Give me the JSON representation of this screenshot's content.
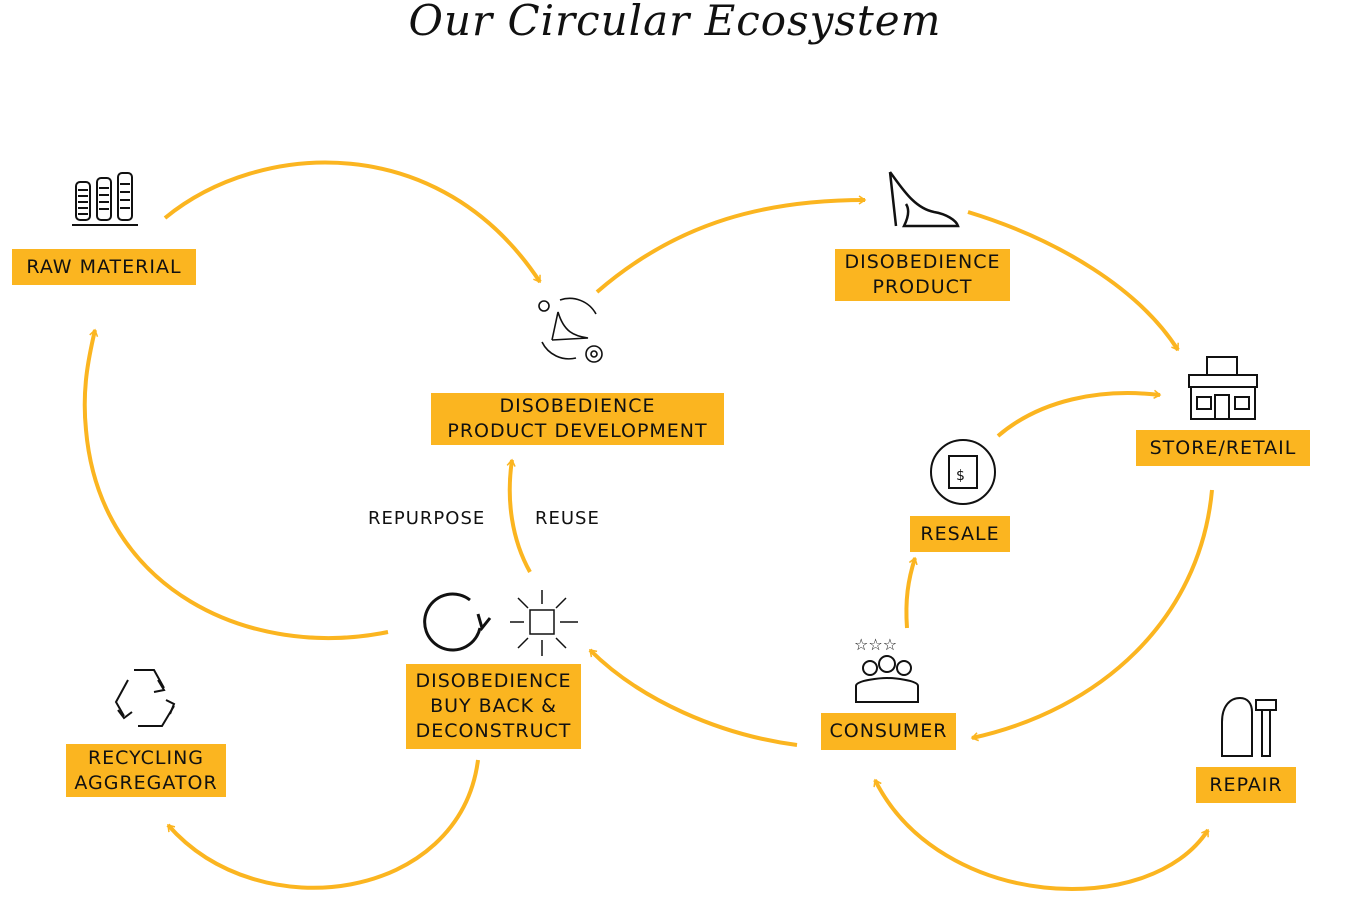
{
  "title": "Our Circular Ecosystem",
  "accent_color": "#fbb520",
  "nodes": {
    "raw_material": [
      "RAW MATERIAL"
    ],
    "product_development": [
      "DISOBEDIENCE",
      "PRODUCT DEVELOPMENT"
    ],
    "product": [
      "DISOBEDIENCE",
      "PRODUCT"
    ],
    "store_retail": [
      "STORE/RETAIL"
    ],
    "resale": [
      "RESALE"
    ],
    "consumer": [
      "CONSUMER"
    ],
    "repair": [
      "REPAIR"
    ],
    "buy_back": [
      "DISOBEDIENCE",
      "BUY BACK &",
      "DECONSTRUCT"
    ],
    "recycling": [
      "RECYCLING",
      "AGGREGATOR"
    ]
  },
  "edge_labels": {
    "repurpose": "REPURPOSE",
    "reuse": "REUSE"
  }
}
